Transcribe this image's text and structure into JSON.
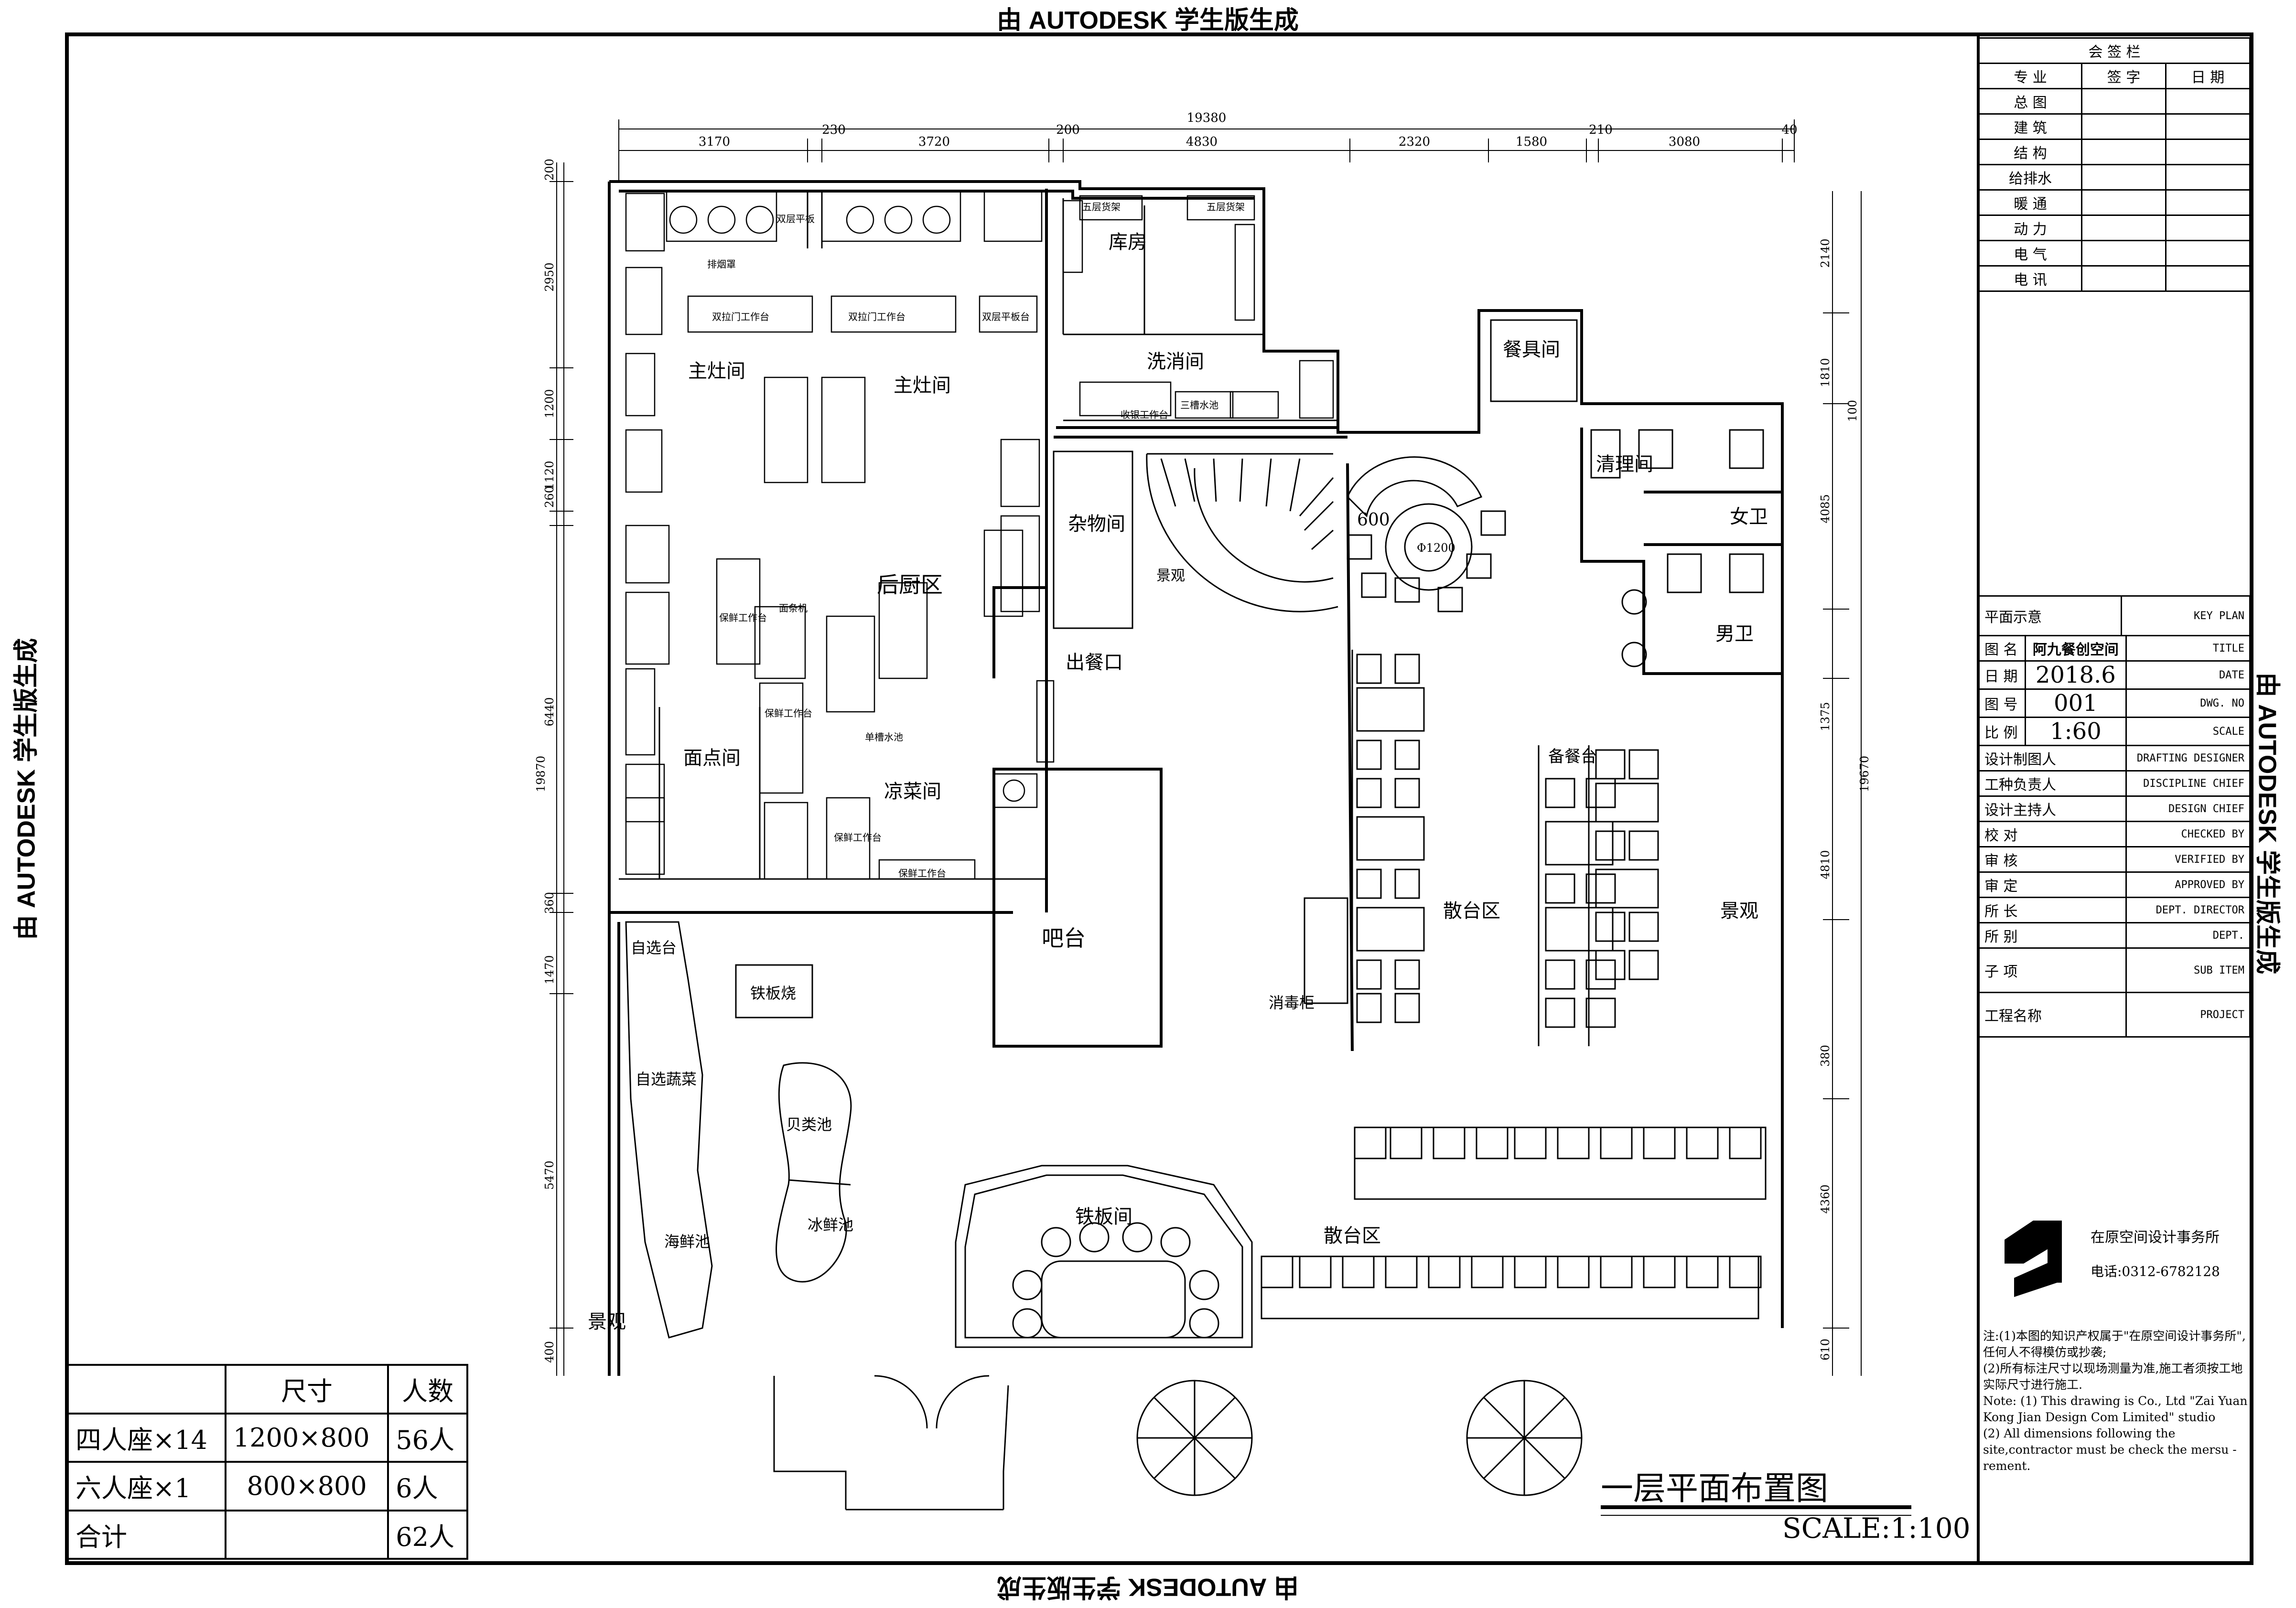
{
  "watermark": "由 AUTODESK 学生版生成",
  "plan": {
    "title": "一层平面布置图",
    "scale": "SCALE:1:100",
    "dimensions_top": {
      "overall": "19380",
      "segments": [
        "3170",
        "230",
        "3720",
        "200",
        "4830",
        "2320",
        "1580",
        "210",
        "3080",
        "40"
      ]
    },
    "dimensions_left": {
      "overall": "19870",
      "segments": [
        "200",
        "2950",
        "1200",
        "1120",
        "260",
        "6440",
        "360",
        "1470",
        "5470",
        "400"
      ]
    },
    "dimensions_right": {
      "overall": "19670",
      "segments": [
        "2140",
        "1810",
        "100",
        "4085",
        "1375",
        "4810",
        "380",
        "4360",
        "610"
      ]
    },
    "rooms": {
      "main_stove_left": "主灶间",
      "main_stove_right": "主灶间",
      "back_kitchen": "后厨区",
      "storage": "库房",
      "wash": "洗消间",
      "sundry": "杂物间",
      "serving_exit": "出餐口",
      "pastry": "面点间",
      "cold_dish": "凉菜间",
      "bar": "吧台",
      "teppanyaki_counter": "铁板烧",
      "self_service_table": "自选台",
      "self_service_veg": "自选蔬菜",
      "shellfish_pool": "贝类池",
      "ice_fresh_pool": "冰鲜池",
      "seafood_pool": "海鲜池",
      "landscape_left": "景观",
      "landscape_right": "景观",
      "teppan_room": "铁板间",
      "dining_hall_main": "散台区",
      "dining_hall_front": "散台区",
      "prep_table": "备餐台",
      "tableware": "餐具间",
      "cleaning": "清理间",
      "female_wc": "女卫",
      "male_wc": "男卫",
      "disinfect_cabinet": "消毒柜",
      "landscape_stair": "景观",
      "round_table": "Φ1200",
      "round_area": "600"
    },
    "fixtures": {
      "hood_left": "排烟罩",
      "double_door_table_1": "双拉门工作台",
      "double_door_table_2": "双拉门工作台",
      "double_layer_flat": "双层平板台",
      "faucet_sink": "双层平板",
      "guard_table_1": "保鲜工作台",
      "guard_table_2": "保鲜工作台",
      "guard_table_3": "保鲜工作台",
      "fresh_table": "保鲜工作台",
      "single_sink": "单槽水池",
      "three_sink": "三槽水池",
      "cashier": "收银工作台",
      "noodle_machine": "面条机",
      "five_shelf_1": "五层货架",
      "five_shelf_2": "五层货架"
    }
  },
  "sign_table": {
    "header": "会 签 栏",
    "cols": [
      "专 业",
      "签 字",
      "日 期"
    ],
    "rows": [
      "总 图",
      "建 筑",
      "结 构",
      "给排水",
      "暖 通",
      "动 力",
      "电 气",
      "电 讯"
    ]
  },
  "title_block": {
    "key_plan_cn": "平面示意",
    "key_plan_en": "KEY PLAN",
    "rows": [
      {
        "cn": "图 名",
        "val": "阿九餐创空间",
        "en": "TITLE"
      },
      {
        "cn": "日 期",
        "val": "2018.6",
        "en": "DATE"
      },
      {
        "cn": "图 号",
        "val": "001",
        "en": "DWG. NO"
      },
      {
        "cn": "比 例",
        "val": "1:60",
        "en": "SCALE"
      },
      {
        "cn": "设计制图人",
        "val": "",
        "en": "DRAFTING DESIGNER"
      },
      {
        "cn": "工种负责人",
        "val": "",
        "en": "DISCIPLINE CHIEF"
      },
      {
        "cn": "设计主持人",
        "val": "",
        "en": "DESIGN CHIEF"
      },
      {
        "cn": "校 对",
        "val": "",
        "en": "CHECKED BY"
      },
      {
        "cn": "审 核",
        "val": "",
        "en": "VERIFIED BY"
      },
      {
        "cn": "审 定",
        "val": "",
        "en": "APPROVED BY"
      },
      {
        "cn": "所 长",
        "val": "",
        "en": "DEPT. DIRECTOR"
      },
      {
        "cn": "所 别",
        "val": "",
        "en": "DEPT."
      },
      {
        "cn": "子 项",
        "val": "",
        "en": "SUB ITEM"
      },
      {
        "cn": "工程名称",
        "val": "",
        "en": "PROJECT"
      }
    ],
    "studio": "在原空间设计事务所",
    "phone": "电话:0312-6782128"
  },
  "notes": {
    "cn1": "注:(1)本图的知识产权属于\"在原空间设计事务所\",任何人不得模仿或抄袭;",
    "cn2": "(2)所有标注尺寸以现场测量为准,施工者须按工地实际尺寸进行施工.",
    "en1": "Note: (1) This drawing is Co., Ltd \"Zai Yuan Kong Jian Design Com Limited\" studio",
    "en2": "(2) All dimensions following the site,contractor must be check the mersu -rement."
  },
  "seat_table": {
    "headers": [
      "",
      "尺寸",
      "人数"
    ],
    "rows": [
      [
        "四人座×14",
        "1200×800",
        "56人"
      ],
      [
        "六人座×1",
        "800×800",
        "6人"
      ],
      [
        "合计",
        "",
        "62人"
      ]
    ]
  }
}
